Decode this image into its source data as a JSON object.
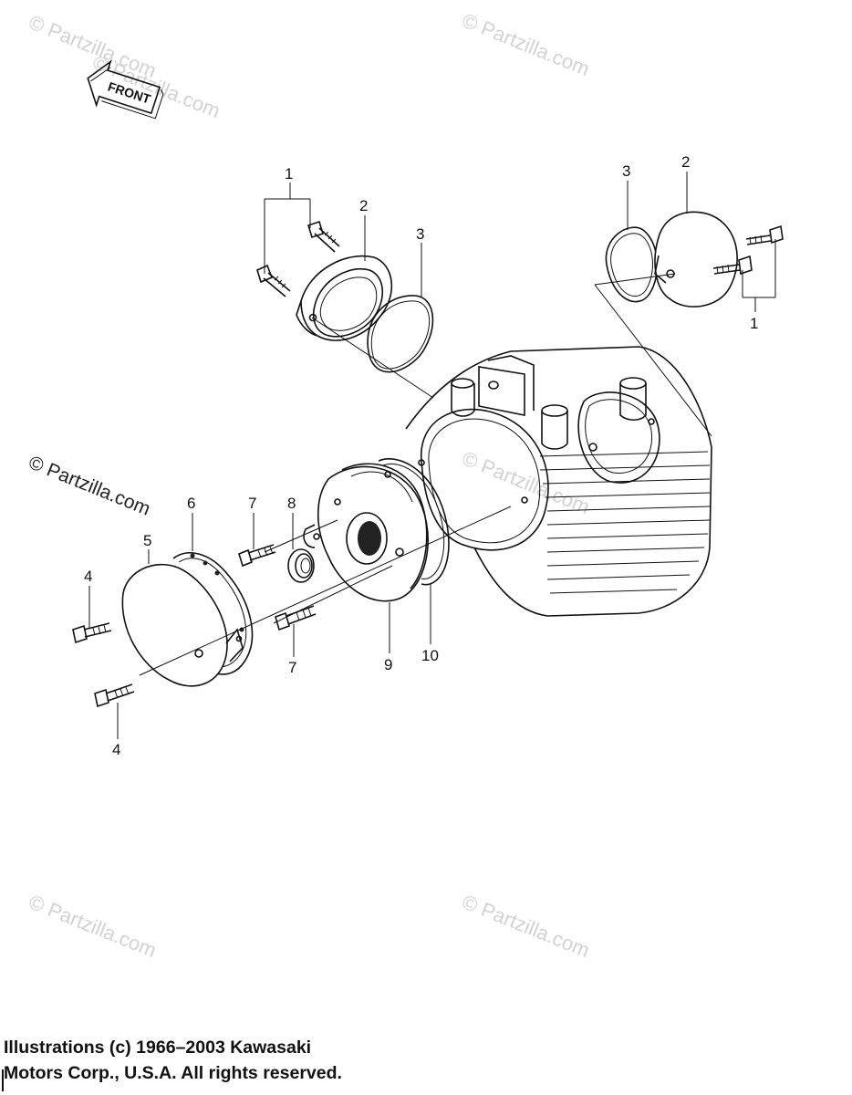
{
  "front_arrow": {
    "label": "FRONT"
  },
  "watermarks": [
    {
      "text": "© Partzilla.com"
    },
    {
      "text": "© Partzilla.com"
    },
    {
      "text": "© Partzilla.com"
    },
    {
      "text": "© Partzilla.com"
    },
    {
      "text": "© Partzilla.com"
    },
    {
      "text": "© Partzilla.com"
    },
    {
      "text": "© Partzilla.com"
    }
  ],
  "callouts": {
    "left_cover_bolt": "1",
    "left_cover": "2",
    "left_cover_oring": "3",
    "right_cover_oring": "3",
    "right_cover": "2",
    "right_cover_bolt": "1",
    "cover_screw_top": "4",
    "cover_screw_bottom": "4",
    "end_cover": "5",
    "end_gasket": "6",
    "housing_bolt_top": "7",
    "housing_bolt_bottom": "7",
    "oil_seal": "8",
    "housing": "9",
    "housing_oring": "10"
  },
  "copyright": {
    "line1": "Illustrations (c) 1966–2003 Kawasaki",
    "line2": "Motors Corp., U.S.A.  All rights reserved."
  }
}
